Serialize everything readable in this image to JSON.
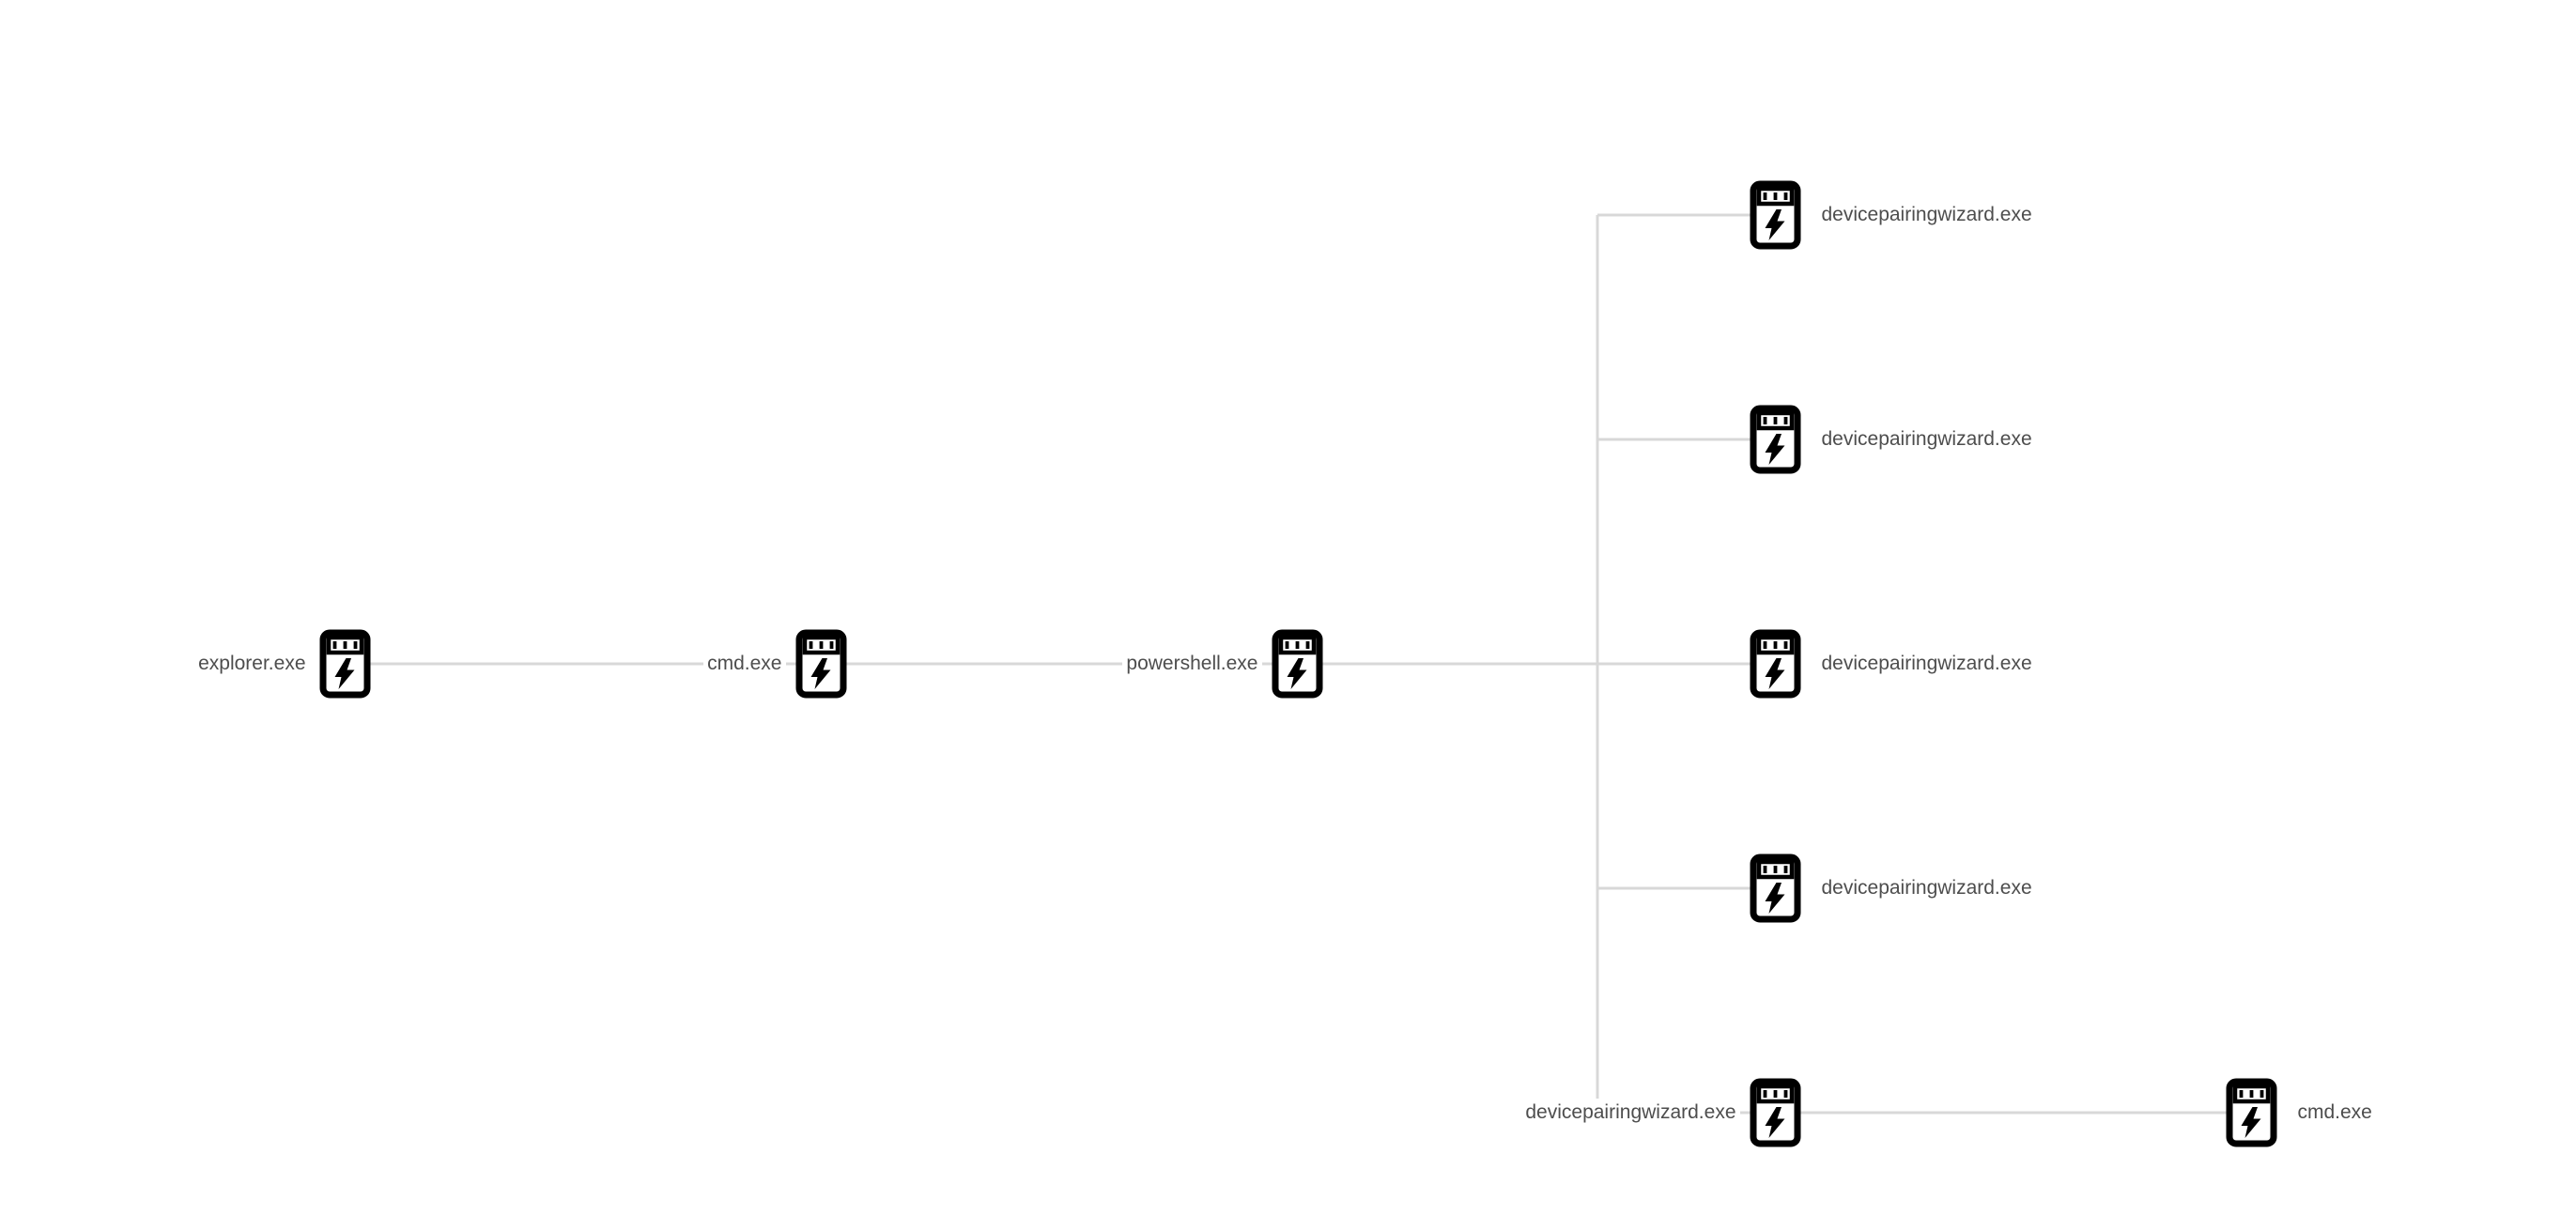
{
  "canvas": {
    "background": "#ffffff",
    "edge_color": "#d8d8d8",
    "label_color": "#4d4d4d"
  },
  "icon_legend": {
    "process_icon": "executable process icon: plug body with vent slots and lightning bolt"
  },
  "process_tree": {
    "nodes": [
      {
        "id": "explorer",
        "label": "explorer.exe",
        "parent": null
      },
      {
        "id": "cmd-1",
        "label": "cmd.exe",
        "parent": "explorer"
      },
      {
        "id": "powershell",
        "label": "powershell.exe",
        "parent": "cmd-1"
      },
      {
        "id": "devicepairingwizard-1",
        "label": "devicepairingwizard.exe",
        "parent": "powershell"
      },
      {
        "id": "devicepairingwizard-2",
        "label": "devicepairingwizard.exe",
        "parent": "powershell"
      },
      {
        "id": "devicepairingwizard-3",
        "label": "devicepairingwizard.exe",
        "parent": "powershell"
      },
      {
        "id": "devicepairingwizard-4",
        "label": "devicepairingwizard.exe",
        "parent": "powershell"
      },
      {
        "id": "devicepairingwizard-5",
        "label": "devicepairingwizard.exe",
        "parent": "powershell"
      },
      {
        "id": "cmd-2",
        "label": "cmd.exe",
        "parent": "devicepairingwizard-5"
      }
    ]
  }
}
